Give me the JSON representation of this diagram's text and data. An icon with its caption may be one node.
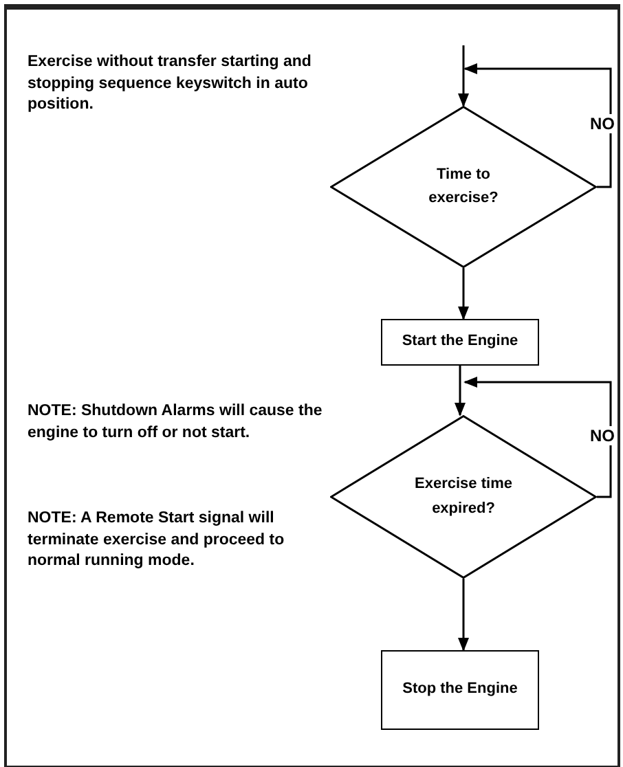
{
  "diagram": {
    "nodes": [
      {
        "text": [
          "Time to exercise?"
        ]
      },
      {
        "text": [
          "Start the Engine"
        ]
      },
      {
        "text": [
          "Exercise time expired?"
        ]
      },
      {
        "text": [
          "Stop the Engine"
        ]
      }
    ],
    "edges": [
      {
        "from": null,
        "to": 0,
        "arrow": "to"
      },
      {
        "from": 0,
        "to": 0,
        "arrow": "to",
        "label": "NO"
      },
      {
        "from": 0,
        "to": 1,
        "arrow": "to"
      },
      {
        "from": 1,
        "to": 2,
        "arrow": "to"
      },
      {
        "from": 2,
        "to": 2,
        "arrow": "to",
        "label": "NO"
      },
      {
        "from": 2,
        "to": 3,
        "arrow": "to"
      }
    ],
    "labels": [
      "Exercise without transfer starting and stopping sequence keyswitch in auto position.",
      "NOTE:  Shutdown Alarms will cause the engine to turn off or not start.",
      "NOTE:  A Remote Start signal will terminate exercise and proceed to normal running mode."
    ]
  }
}
